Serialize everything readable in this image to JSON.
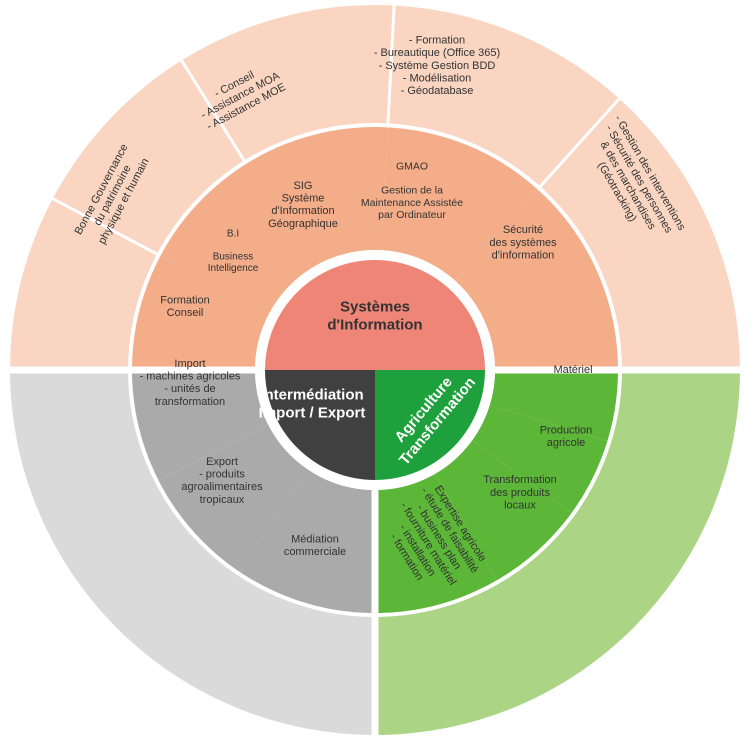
{
  "colors": {
    "outer_orange": "#f9d5c2",
    "mid_orange": "#f3ad89",
    "hub_orange": "#ef8577",
    "outer_grey": "#dadada",
    "mid_grey": "#aaaaaa",
    "hub_grey": "#404040",
    "outer_green": "#acd485",
    "mid_green": "#5cb638",
    "hub_green": "#1ea03c",
    "text_dark": "#333333",
    "text_light": "#ffffff"
  },
  "hubs": [
    {
      "id": "systemes",
      "lines": [
        "Systèmes",
        "d'Information"
      ]
    },
    {
      "id": "intermediation",
      "lines": [
        "Intermédiation",
        "Import / Export"
      ]
    },
    {
      "id": "agriculture",
      "lines": [
        "Agriculture",
        "Transformation"
      ]
    }
  ],
  "middle_ring": [
    {
      "id": "formation-conseil",
      "group": "systemes",
      "lines": [
        "Formation",
        "Conseil"
      ]
    },
    {
      "id": "bi",
      "group": "systemes",
      "lines": [
        "B.I",
        "",
        "Business",
        "Intelligence"
      ]
    },
    {
      "id": "sig",
      "group": "systemes",
      "lines": [
        "SIG",
        "Système",
        "d'Information",
        "Géographique"
      ]
    },
    {
      "id": "gmao",
      "group": "systemes",
      "lines": [
        "GMAO",
        "",
        "Gestion de la",
        "Maintenance Assistée",
        "par Ordinateur"
      ]
    },
    {
      "id": "securite-si",
      "group": "systemes",
      "lines": [
        "Sécurité",
        "des systèmes",
        "d'information"
      ]
    },
    {
      "id": "materiel",
      "group": "agriculture",
      "lines": [
        "Matériel"
      ]
    },
    {
      "id": "production",
      "group": "agriculture",
      "lines": [
        "Production",
        "agricole"
      ]
    },
    {
      "id": "transformation",
      "group": "agriculture",
      "lines": [
        "Transformation",
        "des produits",
        "locaux"
      ]
    },
    {
      "id": "expertise",
      "group": "agriculture",
      "lines": [
        "Expertise agricole",
        "- étude de faisabilité",
        "- business plan",
        "- fourniture matériel",
        "- installation",
        "- formation"
      ]
    },
    {
      "id": "mediation",
      "group": "intermediation",
      "lines": [
        "Médiation",
        "commerciale"
      ]
    },
    {
      "id": "export",
      "group": "intermediation",
      "lines": [
        "Export",
        "- produits",
        "agroalimentaires",
        "tropicaux"
      ]
    },
    {
      "id": "import",
      "group": "intermediation",
      "lines": [
        "Import",
        "- machines agricoles",
        "- unités de",
        "transformation"
      ]
    }
  ],
  "outer_ring": [
    {
      "id": "gouvernance",
      "lines": [
        "Bonne Gouvernance",
        "du patrimoine",
        "physique et humain"
      ]
    },
    {
      "id": "conseil-moa",
      "lines": [
        "- Conseil",
        "- Assistance MOA",
        "- Assistance MOE"
      ]
    },
    {
      "id": "formation-bureautique",
      "lines": [
        "- Formation",
        "- Bureautique (Office 365)",
        "- Système Gestion BDD",
        "- Modélisation",
        "- Géodatabase"
      ]
    },
    {
      "id": "gestion-interventions",
      "lines": [
        "- Gestion des interventions",
        "- Sécurité des personnes",
        "& des marchandises",
        "(Géotracking)"
      ]
    }
  ]
}
